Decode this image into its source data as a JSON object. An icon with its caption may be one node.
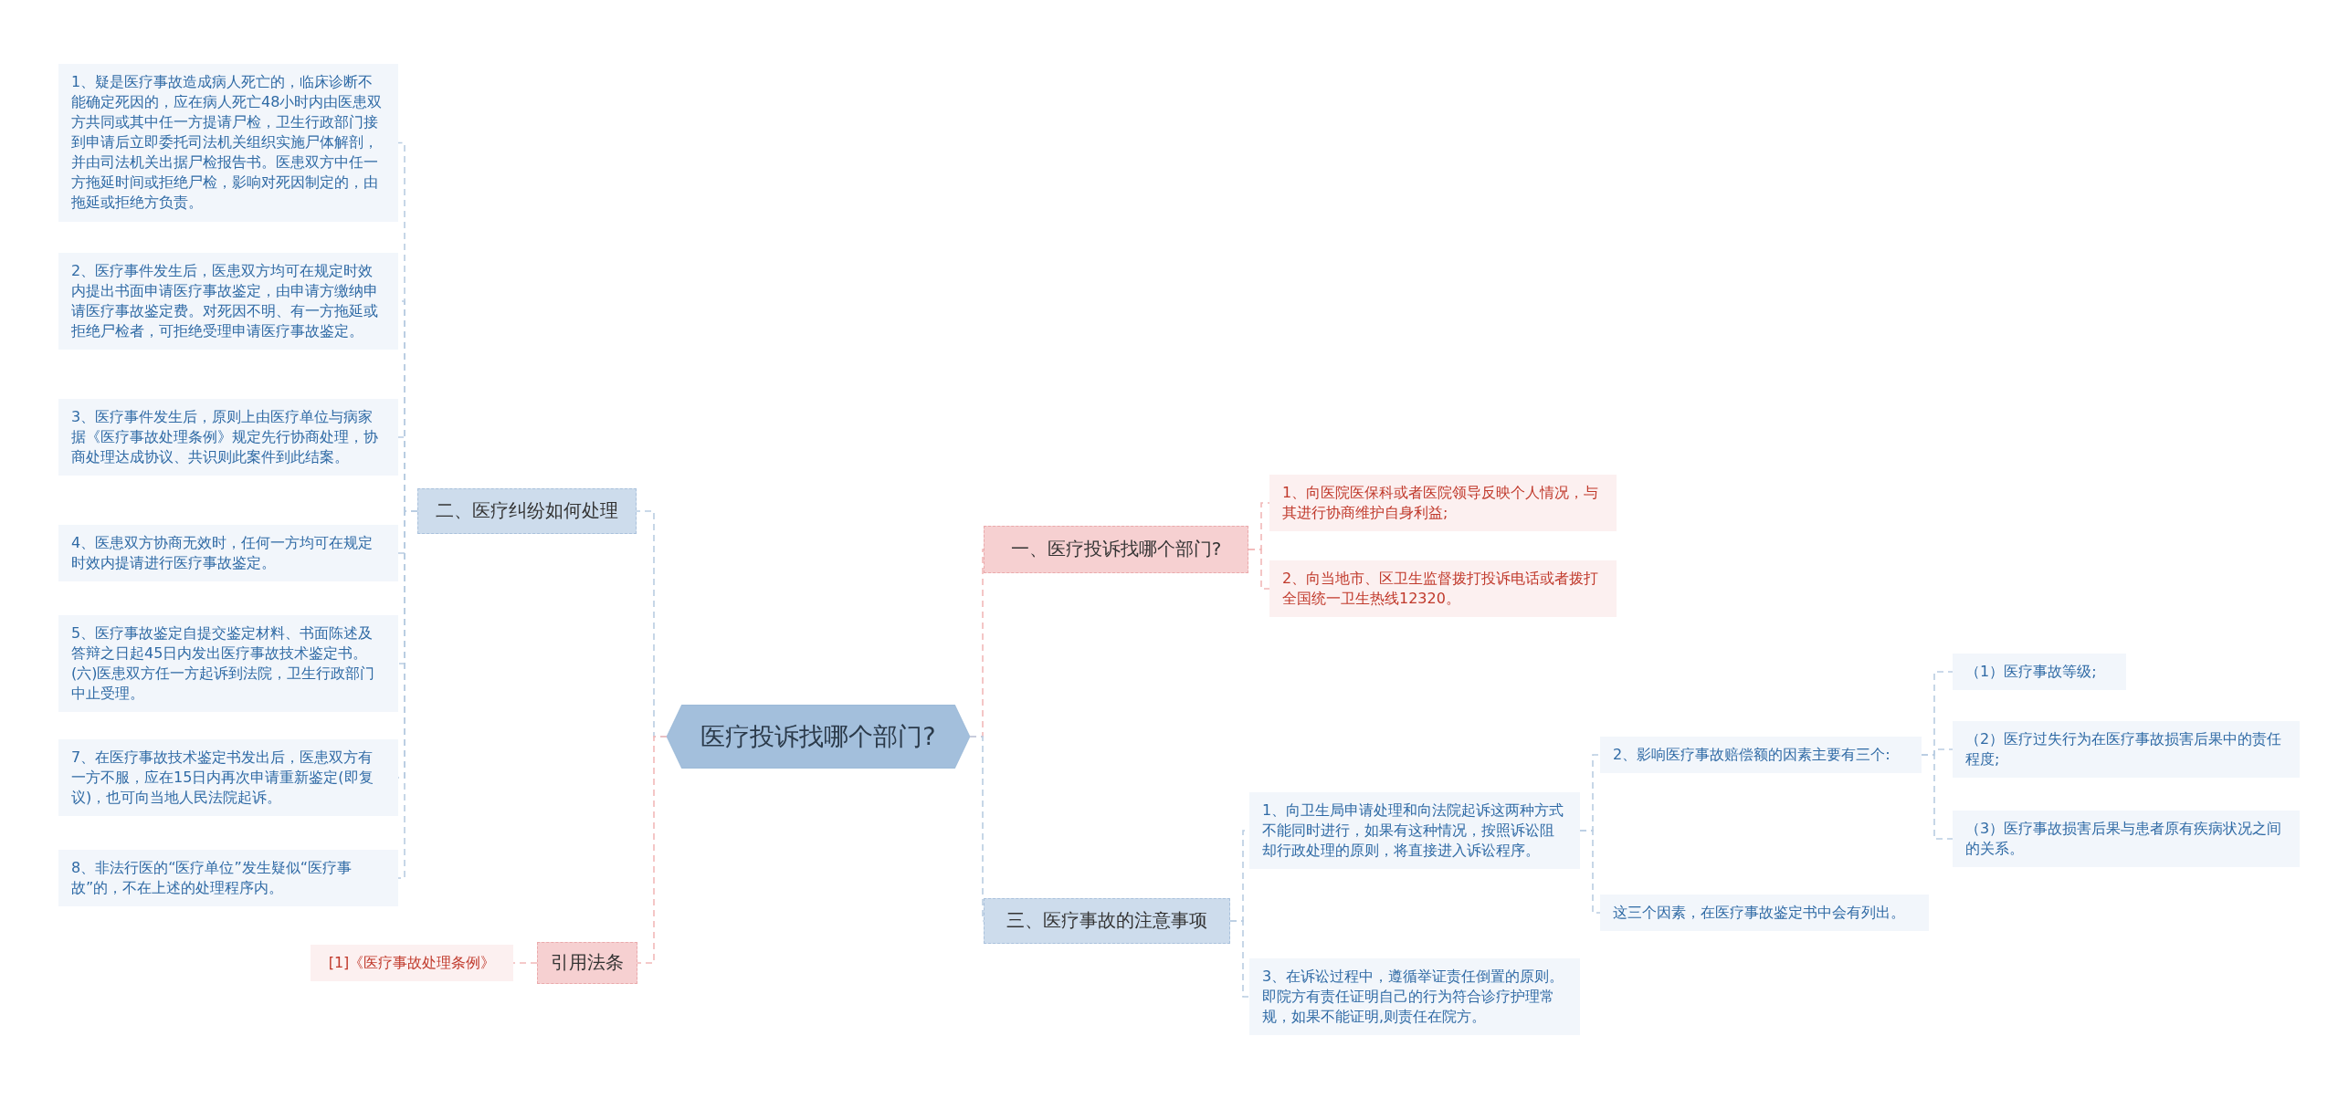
{
  "diagram": {
    "nodes": [
      {
        "text": [
          "医疗投诉找哪个部门?"
        ]
      },
      {
        "text": [
          "二、医疗纠纷如何处理"
        ]
      },
      {
        "text": [
          "1、疑是医疗事故造成病人死亡的，临床诊断不能确定死因的，应在病人死亡48小时内由医患双方共同或其中任一方提请尸检，卫生行政部门接到申请后立即委托司法机关组织实施尸体解剖，并由司法机关出据尸检报告书。医患双方中任一方拖延时间或拒绝尸检，影响对死因制定的，由拖延或拒绝方负责。"
        ]
      },
      {
        "text": [
          "2、医疗事件发生后，医患双方均可在规定时效内提出书面申请医疗事故鉴定，由申请方缴纳申请医疗事故鉴定费。对死因不明、有一方拖延或拒绝尸检者，可拒绝受理申请医疗事故鉴定。"
        ]
      },
      {
        "text": [
          "3、医疗事件发生后，原则上由医疗单位与病家据《医疗事故处理条例》规定先行协商处理，协商处理达成协议、共识则此案件到此结案。"
        ]
      },
      {
        "text": [
          "4、医患双方协商无效时，任何一方均可在规定时效内提请进行医疗事故鉴定。"
        ]
      },
      {
        "text": [
          "5、医疗事故鉴定自提交鉴定材料、书面陈述及答辩之日起45日内发出医疗事故技术鉴定书。(六)医患双方任一方起诉到法院，卫生行政部门中止受理。"
        ]
      },
      {
        "text": [
          "7、在医疗事故技术鉴定书发出后，医患双方有一方不服，应在15日内再次申请重新鉴定(即复议)，也可向当地人民法院起诉。"
        ]
      },
      {
        "text": [
          "8、非法行医的“医疗单位”发生疑似“医疗事故”的，不在上述的处理程序内。"
        ]
      },
      {
        "text": [
          "引用法条"
        ]
      },
      {
        "text": [
          "[1]《医疗事故处理条例》"
        ]
      },
      {
        "text": [
          "一、医疗投诉找哪个部门?"
        ]
      },
      {
        "text": [
          "1、向医院医保科或者医院领导反映个人情况，与其进行协商维护自身利益;"
        ]
      },
      {
        "text": [
          "2、向当地市、区卫生监督拨打投诉电话或者拨打全国统一卫生热线12320。"
        ]
      },
      {
        "text": [
          "三、医疗事故的注意事项"
        ]
      },
      {
        "text": [
          "1、向卫生局申请处理和向法院起诉这两种方式不能同时进行，如果有这种情况，按照诉讼阻却行政处理的原则，将直接进入诉讼程序。"
        ]
      },
      {
        "text": [
          "2、影响医疗事故赔偿额的因素主要有三个:"
        ]
      },
      {
        "text": [
          "（1）医疗事故等级;"
        ]
      },
      {
        "text": [
          "（2）医疗过失行为在医疗事故损害后果中的责任程度;"
        ]
      },
      {
        "text": [
          "（3）医疗事故损害后果与患者原有疾病状况之间的关系。"
        ]
      },
      {
        "text": [
          "这三个因素，在医疗事故鉴定书中会有列出。"
        ]
      },
      {
        "text": [
          "3、在诉讼过程中，遵循举证责任倒置的原则。即院方有责任证明自己的行为符合诊疗护理常规，如果不能证明,则责任在院方。"
        ]
      }
    ],
    "edges": [
      {
        "from": 0,
        "to": 1,
        "arrow": "none",
        "style": "dashed"
      },
      {
        "from": 1,
        "to": 2,
        "arrow": "none",
        "style": "dashed"
      },
      {
        "from": 1,
        "to": 3,
        "arrow": "none",
        "style": "dashed"
      },
      {
        "from": 1,
        "to": 4,
        "arrow": "none",
        "style": "dashed"
      },
      {
        "from": 1,
        "to": 5,
        "arrow": "none",
        "style": "dashed"
      },
      {
        "from": 1,
        "to": 6,
        "arrow": "none",
        "style": "dashed"
      },
      {
        "from": 1,
        "to": 7,
        "arrow": "none",
        "style": "dashed"
      },
      {
        "from": 1,
        "to": 8,
        "arrow": "none",
        "style": "dashed"
      },
      {
        "from": 0,
        "to": 9,
        "arrow": "none",
        "style": "dashed",
        "color": "#f2b8b8"
      },
      {
        "from": 9,
        "to": 10,
        "arrow": "none",
        "style": "dashed",
        "color": "#f2b8b8"
      },
      {
        "from": 0,
        "to": 11,
        "arrow": "none",
        "style": "dashed",
        "color": "#f2b8b8"
      },
      {
        "from": 11,
        "to": 12,
        "arrow": "none",
        "style": "dashed",
        "color": "#f2b8b8"
      },
      {
        "from": 11,
        "to": 13,
        "arrow": "none",
        "style": "dashed",
        "color": "#f2b8b8"
      },
      {
        "from": 0,
        "to": 14,
        "arrow": "none",
        "style": "dashed"
      },
      {
        "from": 14,
        "to": 15,
        "arrow": "none",
        "style": "dashed"
      },
      {
        "from": 15,
        "to": 16,
        "arrow": "none",
        "style": "dashed"
      },
      {
        "from": 16,
        "to": 17,
        "arrow": "none",
        "style": "dashed"
      },
      {
        "from": 16,
        "to": 18,
        "arrow": "none",
        "style": "dashed"
      },
      {
        "from": 16,
        "to": 19,
        "arrow": "none",
        "style": "dashed"
      },
      {
        "from": 15,
        "to": 20,
        "arrow": "none",
        "style": "dashed"
      },
      {
        "from": 14,
        "to": 21,
        "arrow": "none",
        "style": "dashed"
      }
    ]
  }
}
